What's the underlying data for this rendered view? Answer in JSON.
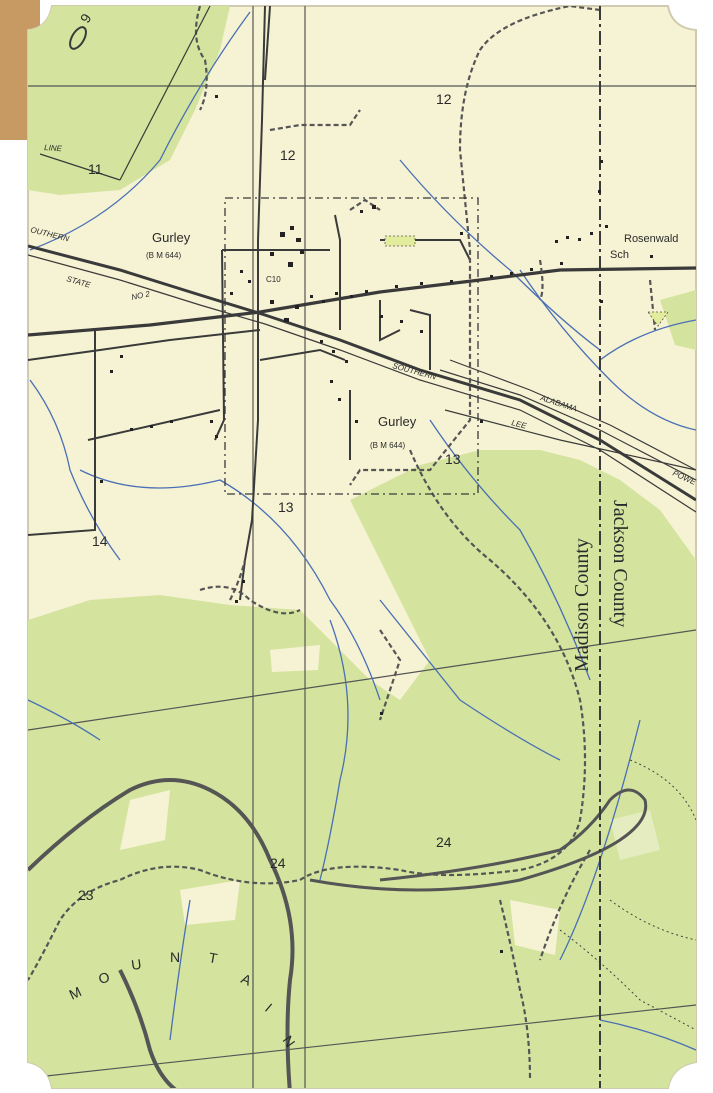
{
  "map": {
    "colors": {
      "paper": "#f6f3d4",
      "woodland": "#d4e49e",
      "stream": "#4a6fb5",
      "road": "#3a3a3a",
      "border_wood": "#c89a63"
    },
    "places": {
      "town_north": "Gurley",
      "town_north_bm": "(B M 644)",
      "town_south": "Gurley",
      "town_south_bm": "(B M 644)",
      "school": "Rosenwald",
      "school_abbr": "Sch",
      "mountain_letters": [
        "M",
        "O",
        "U",
        "N",
        "T",
        "A",
        "I",
        "N"
      ]
    },
    "railroad": {
      "name_west": "OUTHERN",
      "name_east": "SOUTHERN",
      "power_line_1": "ALABAMA",
      "power_line_2": "POWE",
      "power_line_3": "LEE",
      "line_label": "LINE"
    },
    "highway": {
      "label_state": "STATE",
      "label_no": "NO 2"
    },
    "misc_text": {
      "road_label": "C10"
    },
    "counties": {
      "west": "Madison County",
      "east": "Jackson County"
    },
    "sections": {
      "s11": "11",
      "s12a": "12",
      "s12b": "12",
      "s13a": "13",
      "s13b": "13",
      "s14": "14",
      "s23": "23",
      "s24a": "24",
      "s24b": "24"
    },
    "corner_mark": "9"
  }
}
